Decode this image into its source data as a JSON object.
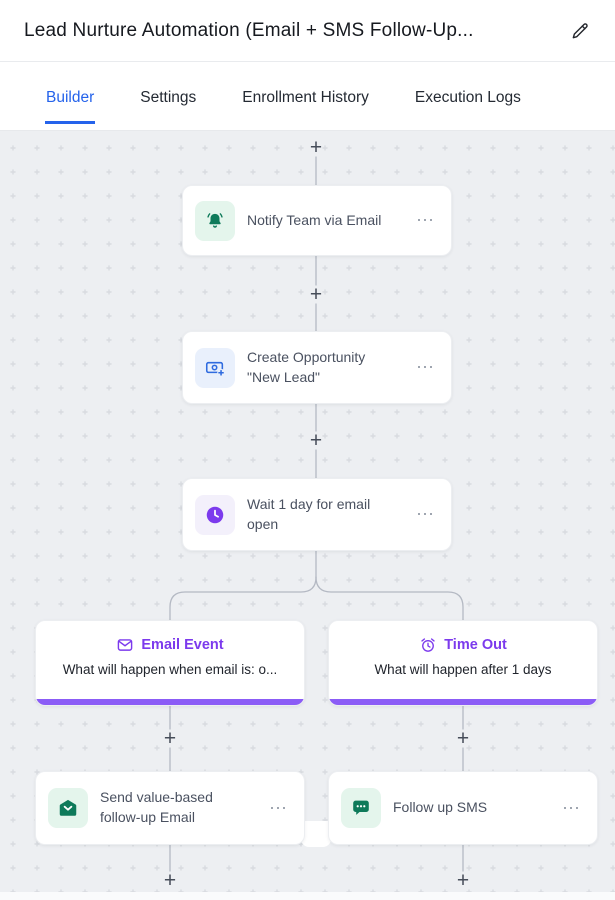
{
  "header": {
    "title": "Lead Nurture Automation (Email + SMS Follow-Up..."
  },
  "tabs": [
    {
      "label": "Builder",
      "active": true
    },
    {
      "label": "Settings",
      "active": false
    },
    {
      "label": "Enrollment History",
      "active": false
    },
    {
      "label": "Execution Logs",
      "active": false
    }
  ],
  "canvas": {
    "plus_label": "+",
    "menu_label": "⋯",
    "nodes": [
      {
        "label": "Notify Team via Email",
        "icon": "bell-icon"
      },
      {
        "label": "Create Opportunity \"New Lead\"",
        "icon": "opportunity-add-icon"
      },
      {
        "label": "Wait 1 day for email open",
        "icon": "clock-icon"
      },
      {
        "label": "Send value-based follow-up Email",
        "icon": "mail-open-icon"
      },
      {
        "label": "Follow up SMS",
        "icon": "sms-bubble-icon"
      }
    ],
    "branches": [
      {
        "title": "Email Event",
        "subtitle": "What will happen when email is: o...",
        "icon": "envelope-icon"
      },
      {
        "title": "Time Out",
        "subtitle": "What will happen after 1 days",
        "icon": "alarm-clock-icon"
      }
    ]
  },
  "colors": {
    "accent-blue": "#2563eb",
    "canvas-bg": "#edeff2",
    "dot": "#d8dbe0",
    "line": "#b4b9c3",
    "green-icon": "#0e7a5a",
    "green-bg": "#e4f5ec",
    "blue-icon": "#2f6bdf",
    "blue-bg": "#e9f0fc",
    "purple-icon": "#7c3aed",
    "purple-bg": "#f3f0fb",
    "branch-purple": "#7c3aed",
    "branch-bar": "#8b5cf6"
  }
}
